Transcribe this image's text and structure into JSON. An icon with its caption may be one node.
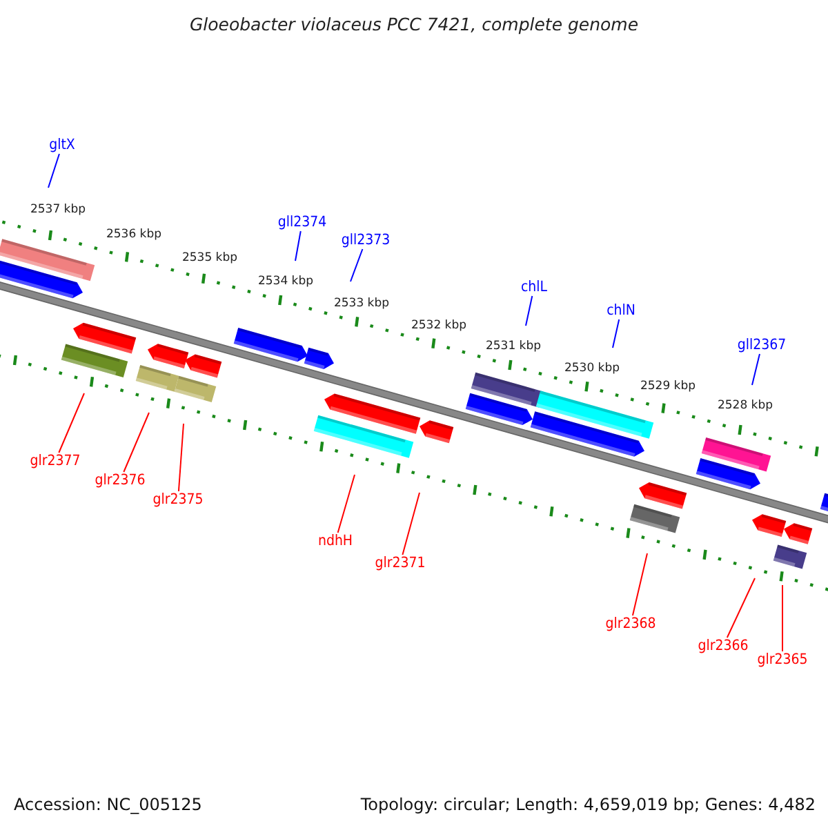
{
  "diagram": {
    "title": "Gloeobacter violaceus PCC 7421, complete genome",
    "nodes": [
      {
        "text": [
          "gltX"
        ]
      },
      {
        "text": [
          "gll2374"
        ]
      },
      {
        "text": [
          "gll2373"
        ]
      },
      {
        "text": [
          "chlL"
        ]
      },
      {
        "text": [
          "chlN"
        ]
      },
      {
        "text": [
          "gll2367"
        ]
      },
      {
        "text": [
          "glr2377"
        ]
      },
      {
        "text": [
          "glr2376"
        ]
      },
      {
        "text": [
          "glr2375"
        ]
      },
      {
        "text": [
          "ndhH"
        ]
      },
      {
        "text": [
          "glr2371"
        ]
      },
      {
        "text": [
          "glr2368"
        ]
      },
      {
        "text": [
          "glr2366"
        ]
      },
      {
        "text": [
          "glr2365"
        ]
      }
    ],
    "edges": [
      {
        "from": 0,
        "to": null,
        "arrow": "none",
        "color": "#0000ff"
      },
      {
        "from": 1,
        "to": null,
        "arrow": "none",
        "color": "#0000ff"
      },
      {
        "from": 2,
        "to": null,
        "arrow": "none",
        "color": "#0000ff"
      },
      {
        "from": 3,
        "to": null,
        "arrow": "none",
        "color": "#0000ff"
      },
      {
        "from": 4,
        "to": null,
        "arrow": "none",
        "color": "#0000ff"
      },
      {
        "from": 5,
        "to": null,
        "arrow": "none",
        "color": "#0000ff"
      },
      {
        "from": 6,
        "to": null,
        "arrow": "none"
      },
      {
        "from": 7,
        "to": null,
        "arrow": "none"
      },
      {
        "from": 8,
        "to": null,
        "arrow": "none"
      },
      {
        "from": 9,
        "to": null,
        "arrow": "none"
      },
      {
        "from": 10,
        "to": null,
        "arrow": "none"
      },
      {
        "from": 11,
        "to": null,
        "arrow": "none"
      },
      {
        "from": 12,
        "to": null,
        "arrow": "none"
      },
      {
        "from": 13,
        "to": null,
        "arrow": "none"
      }
    ],
    "labels": [
      "2537 kbp",
      "2536 kbp",
      "2535 kbp",
      "2534 kbp",
      "2533 kbp",
      "2532 kbp",
      "2531 kbp",
      "2530 kbp",
      "2529 kbp",
      "2528 kbp",
      "Accession: NC_005125",
      "Topology: circular; Length: 4,659,019 bp; Genes: 4,482"
    ]
  }
}
